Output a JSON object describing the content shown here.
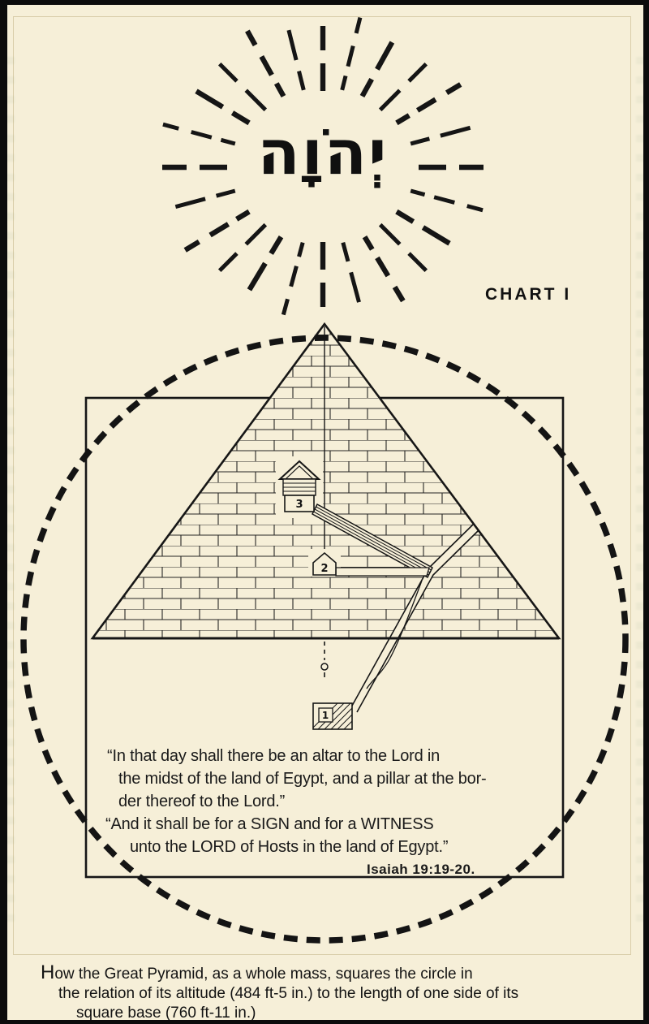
{
  "header": {
    "tetragrammaton": "יְהֹוָה",
    "chart_label": "CHART I"
  },
  "diagram": {
    "chambers": {
      "subterranean": "1",
      "queens": "2",
      "kings": "3"
    }
  },
  "quote": {
    "lines": [
      "“In that day shall there be an altar to the Lord in",
      "the midst of the land of Egypt, and a pillar at the bor-",
      "der thereof to the Lord.”",
      "“And it shall be for a SIGN and for a WITNESS",
      "unto the LORD of Hosts in the land of Egypt.”"
    ],
    "citation": "Isaiah 19:19-20."
  },
  "caption": {
    "lines": [
      "How the Great Pyramid, as a whole mass, squares the circle in",
      "the relation of its altitude (484 ft-5 in.) to the length of one side of its",
      "square base (760 ft-11 in.)"
    ]
  }
}
